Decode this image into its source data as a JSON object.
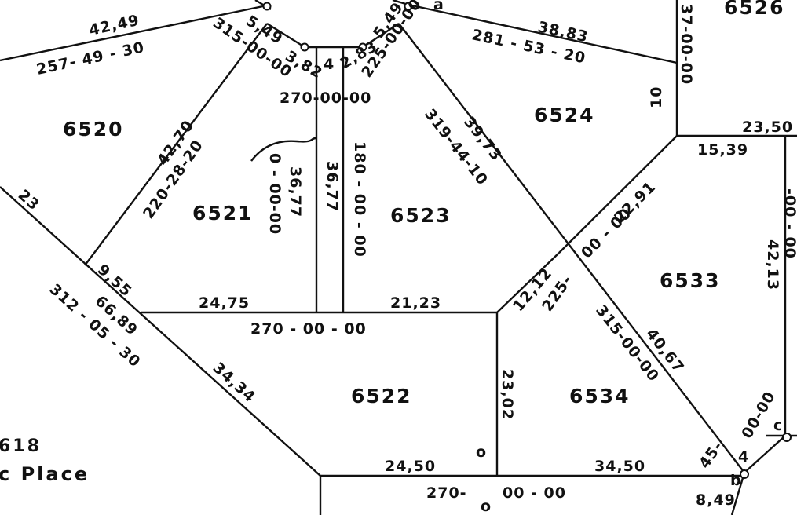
{
  "lots": [
    {
      "id": "lot-6520",
      "text": "6520"
    },
    {
      "id": "lot-6521",
      "text": "6521"
    },
    {
      "id": "lot-6522",
      "text": "6522"
    },
    {
      "id": "lot-6523",
      "text": "6523"
    },
    {
      "id": "lot-6524",
      "text": "6524"
    },
    {
      "id": "lot-6526",
      "text": "6526"
    },
    {
      "id": "lot-6533",
      "text": "6533"
    },
    {
      "id": "lot-6534",
      "text": "6534"
    },
    {
      "id": "lot-618",
      "text": "618"
    }
  ],
  "street": "c Place",
  "labels": [
    {
      "id": "d-42-49",
      "text": "42,49"
    },
    {
      "id": "b-257-49-30",
      "text": "257- 49 - 30"
    },
    {
      "id": "d-5-49-left",
      "text": "5,49"
    },
    {
      "id": "b-315-00-00-left",
      "text": "315-00-00"
    },
    {
      "id": "d-3-82",
      "text": "3,82"
    },
    {
      "id": "d-4",
      "text": "4"
    },
    {
      "id": "d-2-83",
      "text": "2,83"
    },
    {
      "id": "d-5-49-right",
      "text": "5,49"
    },
    {
      "id": "b-225-00-00-top",
      "text": "225-00-00"
    },
    {
      "id": "d-38-83",
      "text": "38,83"
    },
    {
      "id": "b-281-53-20",
      "text": "281 - 53 - 20"
    },
    {
      "id": "d-10",
      "text": "10"
    },
    {
      "id": "b-270-00-00-top",
      "text": "270-00-00"
    },
    {
      "id": "d-42-70",
      "text": "42,70"
    },
    {
      "id": "b-220-28-20",
      "text": "220-28-20"
    },
    {
      "id": "d-23",
      "text": "23"
    },
    {
      "id": "b-0-00-00",
      "text": "0 - 00-00"
    },
    {
      "id": "d-36-77-a",
      "text": "36,77"
    },
    {
      "id": "d-36-77-b",
      "text": "36,77"
    },
    {
      "id": "b-180-00-00",
      "text": "180 - 00 - 00"
    },
    {
      "id": "d-39-73",
      "text": "39,73"
    },
    {
      "id": "b-319-44-10",
      "text": "319-44-10"
    },
    {
      "id": "d-9-55",
      "text": "9,55"
    },
    {
      "id": "d-66-89",
      "text": "66,89"
    },
    {
      "id": "b-312-05-30",
      "text": "312 - 05 - 30"
    },
    {
      "id": "d-24-75",
      "text": "24,75"
    },
    {
      "id": "d-21-23",
      "text": "21,23"
    },
    {
      "id": "b-270-00-00-mid",
      "text": "270 - 00 - 00"
    },
    {
      "id": "d-22-91",
      "text": "22,91"
    },
    {
      "id": "b-00-00",
      "text": "00 - 00"
    },
    {
      "id": "d-15-39",
      "text": "15,39"
    },
    {
      "id": "d-23-50",
      "text": "23,50"
    },
    {
      "id": "d-42-13",
      "text": "42,13"
    },
    {
      "id": "d-12-12",
      "text": "12,12"
    },
    {
      "id": "b-225-mid",
      "text": "225-"
    },
    {
      "id": "d-40-67",
      "text": "40,67"
    },
    {
      "id": "b-315-00-00-mid",
      "text": "315-00-00"
    },
    {
      "id": "d-34-34",
      "text": "34,34"
    },
    {
      "id": "d-23-02",
      "text": "23,02"
    },
    {
      "id": "d-24-50",
      "text": "24,50"
    },
    {
      "id": "d-34-50",
      "text": "34,50"
    },
    {
      "id": "b-270-bottom",
      "text": "270-"
    },
    {
      "id": "b-00-00-bottom",
      "text": "00 - 00"
    },
    {
      "id": "d-8-49",
      "text": "8,49"
    },
    {
      "id": "d-45",
      "text": "45-"
    },
    {
      "id": "d-4-bottom",
      "text": "4"
    },
    {
      "id": "b-00-00-right-a",
      "text": "00-00"
    },
    {
      "id": "b-37-00-00",
      "text": "37-00-00"
    },
    {
      "id": "b-right-edge",
      "text": "-00 - 00"
    },
    {
      "id": "c-a",
      "text": "a"
    },
    {
      "id": "c-b",
      "text": "b"
    },
    {
      "id": "c-c",
      "text": "c"
    },
    {
      "id": "o-1",
      "text": "o"
    },
    {
      "id": "o-2",
      "text": "o"
    }
  ]
}
